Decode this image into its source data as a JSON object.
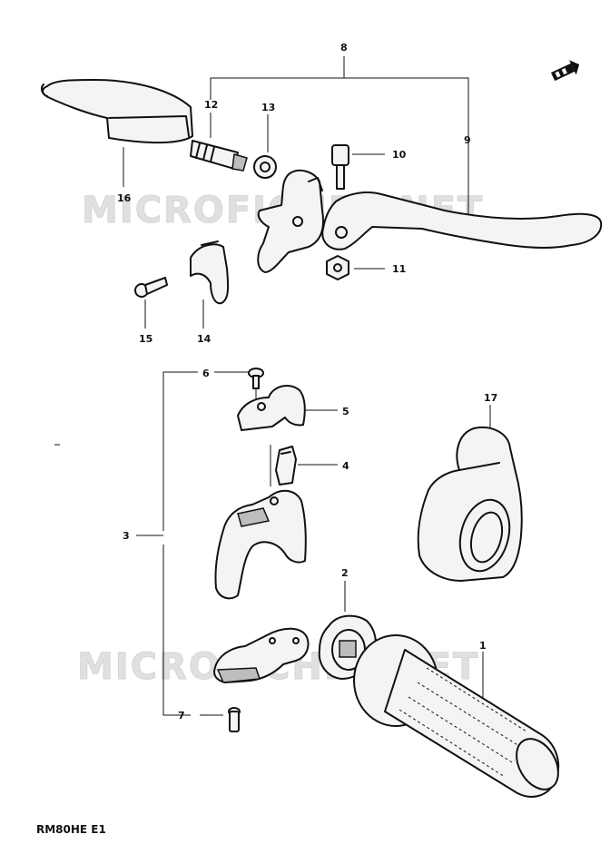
{
  "callouts": {
    "c1": "1",
    "c2": "2",
    "c3": "3",
    "c4": "4",
    "c5": "5",
    "c6": "6",
    "c7": "7",
    "c8": "8",
    "c9": "9",
    "c10": "10",
    "c11": "11",
    "c12": "12",
    "c13": "13",
    "c14": "14",
    "c15": "15",
    "c16": "16",
    "c17": "17"
  },
  "watermark": {
    "top": "MICROFICHES.NET",
    "bottom": "MICROFICHES.NET"
  },
  "diagram_code": "RM80HE E1",
  "icons": {
    "front_arrow": "front-direction-icon"
  }
}
